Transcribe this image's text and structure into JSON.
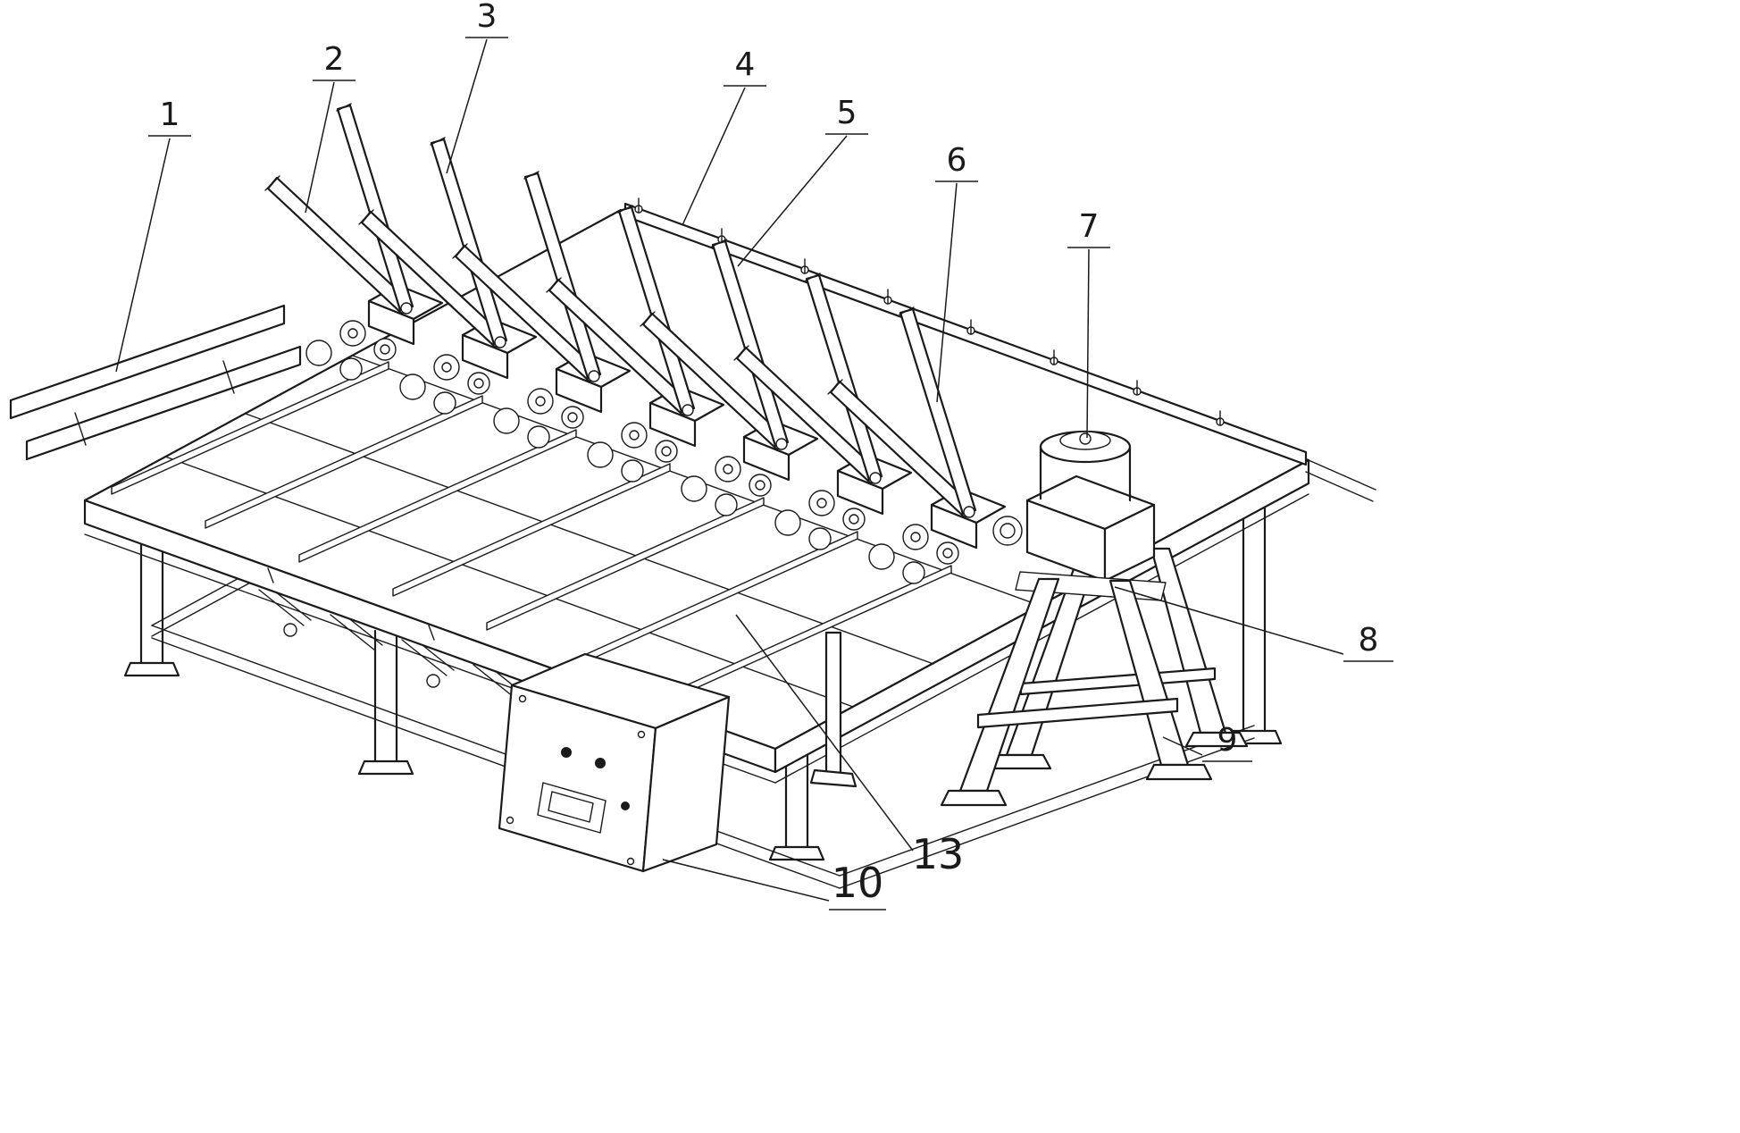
{
  "figure": {
    "description": "Monochrome isometric technical line drawing of an assembling machine: long table with tilted arm stations and rollers, infeed rails, motor on a stand, and a control box"
  },
  "colors": {
    "line": "#1a1a1a",
    "background": "#ffffff"
  },
  "callouts": [
    {
      "label": "1"
    },
    {
      "label": "2"
    },
    {
      "label": "3"
    },
    {
      "label": "4"
    },
    {
      "label": "5"
    },
    {
      "label": "6"
    },
    {
      "label": "7"
    },
    {
      "label": "8"
    },
    {
      "label": "9"
    },
    {
      "label": "10"
    },
    {
      "label": "13"
    }
  ]
}
